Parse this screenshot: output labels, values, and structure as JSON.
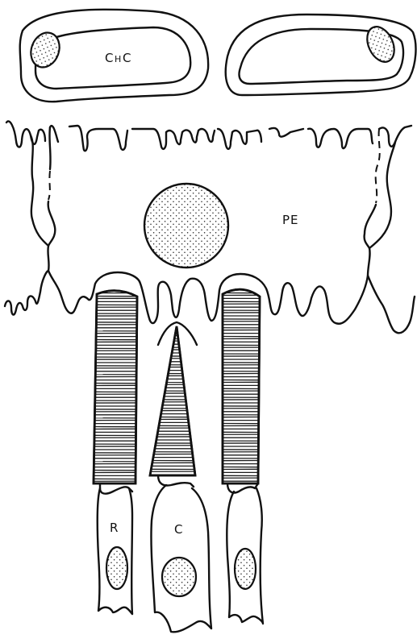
{
  "labels": {
    "chc_c1": "C",
    "chc_h": "H",
    "chc_c2": "C",
    "pe": "PE",
    "rod": "R",
    "cone": "C"
  },
  "colors": {
    "ink": "#111111",
    "background": "#ffffff"
  }
}
